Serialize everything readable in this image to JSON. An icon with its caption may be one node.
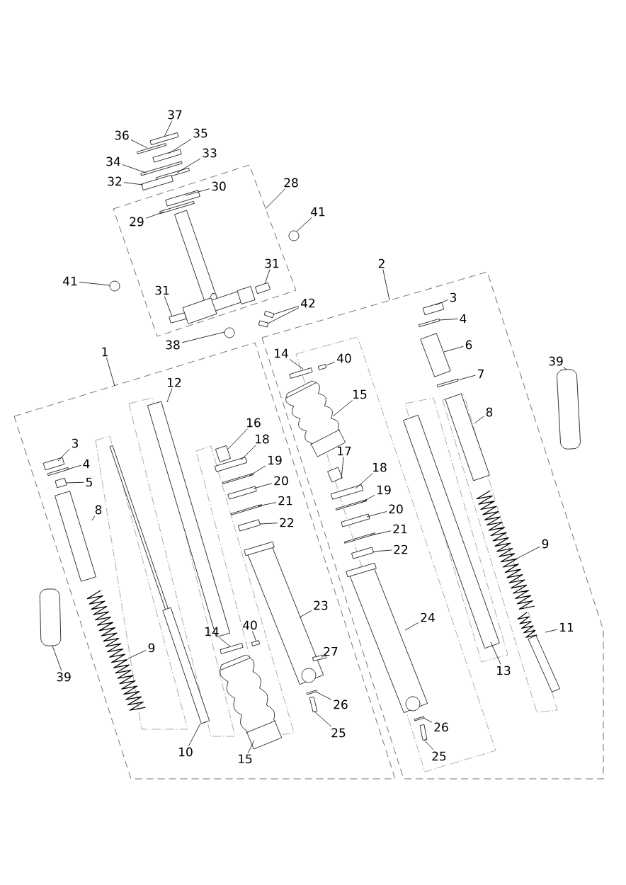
{
  "diagram": {
    "nodes": [
      {
        "text": [],
        "shape": "box"
      },
      {
        "text": [],
        "shape": "box"
      },
      {
        "text": [],
        "shape": "box"
      },
      {
        "text": [
          "37"
        ]
      },
      {
        "text": [
          "36"
        ]
      },
      {
        "text": [
          "35"
        ]
      },
      {
        "text": [
          "34"
        ]
      },
      {
        "text": [
          "33"
        ]
      },
      {
        "text": [
          "32"
        ]
      },
      {
        "text": [
          "28"
        ]
      },
      {
        "text": [
          "30"
        ],
        "in": 0
      },
      {
        "text": [
          "29"
        ],
        "in": 0
      },
      {
        "text": [
          "41"
        ]
      },
      {
        "text": [
          "2"
        ]
      },
      {
        "text": [
          "31"
        ],
        "in": 0
      },
      {
        "text": [
          "41"
        ]
      },
      {
        "text": [
          "31"
        ],
        "in": 0
      },
      {
        "text": [
          "42"
        ]
      },
      {
        "text": [
          "38"
        ]
      },
      {
        "text": [
          "3"
        ],
        "in": 1
      },
      {
        "text": [
          "4"
        ],
        "in": 1
      },
      {
        "text": [
          "14"
        ],
        "in": 1
      },
      {
        "text": [
          "40"
        ],
        "in": 1
      },
      {
        "text": [
          "6"
        ],
        "in": 1
      },
      {
        "text": [
          "1"
        ]
      },
      {
        "text": [
          "39"
        ]
      },
      {
        "text": [
          "7"
        ],
        "in": 1
      },
      {
        "text": [
          "12"
        ],
        "in": 2
      },
      {
        "text": [
          "15"
        ],
        "in": 1
      },
      {
        "text": [
          "16"
        ],
        "in": 2
      },
      {
        "text": [
          "8"
        ],
        "in": 1
      },
      {
        "text": [
          "18"
        ],
        "in": 2
      },
      {
        "text": [
          "3"
        ],
        "in": 2
      },
      {
        "text": [
          "17"
        ],
        "in": 1
      },
      {
        "text": [
          "4"
        ],
        "in": 2
      },
      {
        "text": [
          "19"
        ],
        "in": 2
      },
      {
        "text": [
          "18"
        ],
        "in": 1
      },
      {
        "text": [
          "5"
        ],
        "in": 2
      },
      {
        "text": [
          "20"
        ],
        "in": 2
      },
      {
        "text": [
          "19"
        ],
        "in": 1
      },
      {
        "text": [
          "8"
        ],
        "in": 2
      },
      {
        "text": [
          "21"
        ],
        "in": 2
      },
      {
        "text": [
          "20"
        ],
        "in": 1
      },
      {
        "text": [
          "22"
        ],
        "in": 2
      },
      {
        "text": [
          "21"
        ],
        "in": 1
      },
      {
        "text": [
          "22"
        ],
        "in": 1
      },
      {
        "text": [
          "9"
        ],
        "in": 1
      },
      {
        "text": [
          "23"
        ],
        "in": 2
      },
      {
        "text": [
          "24"
        ],
        "in": 1
      },
      {
        "text": [
          "40"
        ],
        "in": 2
      },
      {
        "text": [
          "11"
        ],
        "in": 1
      },
      {
        "text": [
          "27"
        ],
        "in": 2
      },
      {
        "text": [
          "14"
        ],
        "in": 2
      },
      {
        "text": [
          "9"
        ],
        "in": 2
      },
      {
        "text": [
          "13"
        ],
        "in": 1
      },
      {
        "text": [
          "39"
        ]
      },
      {
        "text": [
          "26"
        ],
        "in": 2
      },
      {
        "text": [
          "26"
        ],
        "in": 1
      },
      {
        "text": [
          "25"
        ],
        "in": 2
      },
      {
        "text": [
          "10"
        ],
        "in": 2
      },
      {
        "text": [
          "15"
        ],
        "in": 2
      },
      {
        "text": [
          "25"
        ],
        "in": 1
      },
      {
        "text": [],
        "shape": "box"
      },
      {
        "text": [],
        "shape": "box"
      },
      {
        "text": [],
        "shape": "box"
      },
      {
        "text": [],
        "shape": "box"
      },
      {
        "text": [],
        "shape": "box"
      },
      {
        "text": [],
        "shape": "box"
      },
      {
        "text": [],
        "shape": "box",
        "in": 0
      },
      {
        "text": [],
        "shape": "box",
        "in": 0
      },
      {
        "text": [],
        "shape": "circle"
      },
      {
        "text": [],
        "shape": "box",
        "in": 0
      },
      {
        "text": [],
        "shape": "circle"
      },
      {
        "text": [],
        "shape": "box",
        "in": 0
      },
      {
        "text": [],
        "shape": "box"
      },
      {
        "text": [],
        "shape": "box"
      },
      {
        "text": [],
        "shape": "circle"
      },
      {
        "text": [],
        "shape": "box",
        "in": 1
      },
      {
        "text": [],
        "shape": "box",
        "in": 1
      },
      {
        "text": [],
        "shape": "box",
        "in": 1
      },
      {
        "text": [],
        "shape": "box",
        "in": 1
      },
      {
        "text": [],
        "shape": "box",
        "in": 1
      },
      {
        "text": [],
        "shape": "box"
      },
      {
        "text": [],
        "shape": "box",
        "in": 1
      },
      {
        "text": [],
        "shape": "box",
        "in": 2
      },
      {
        "text": [],
        "shape": "picture",
        "in": 1
      },
      {
        "text": [],
        "shape": "box",
        "in": 2
      },
      {
        "text": [],
        "shape": "box",
        "in": 1
      },
      {
        "text": [],
        "shape": "box",
        "in": 2
      },
      {
        "text": [],
        "shape": "box",
        "in": 2
      },
      {
        "text": [],
        "shape": "box",
        "in": 1
      },
      {
        "text": [],
        "shape": "box",
        "in": 2
      },
      {
        "text": [],
        "shape": "box",
        "in": 2
      },
      {
        "text": [],
        "shape": "box",
        "in": 1
      },
      {
        "text": [],
        "shape": "box",
        "in": 2
      },
      {
        "text": [],
        "shape": "box",
        "in": 2
      },
      {
        "text": [],
        "shape": "box",
        "in": 1
      },
      {
        "text": [],
        "shape": "box",
        "in": 2
      },
      {
        "text": [],
        "shape": "box",
        "in": 2
      },
      {
        "text": [],
        "shape": "box",
        "in": 1
      },
      {
        "text": [],
        "shape": "box",
        "in": 2
      },
      {
        "text": [],
        "shape": "box",
        "in": 1
      },
      {
        "text": [],
        "shape": "box",
        "in": 1
      },
      {
        "text": [],
        "shape": "picture",
        "in": 1
      },
      {
        "text": [],
        "shape": "picture",
        "in": 2
      },
      {
        "text": [],
        "shape": "picture",
        "in": 1
      },
      {
        "text": [],
        "shape": "box",
        "in": 2
      },
      {
        "text": [],
        "shape": "picture",
        "in": 1
      },
      {
        "text": [],
        "shape": "box",
        "in": 2
      },
      {
        "text": [],
        "shape": "box",
        "in": 2
      },
      {
        "text": [],
        "shape": "picture",
        "in": 2
      },
      {
        "text": [],
        "shape": "box",
        "in": 1
      },
      {
        "text": [],
        "shape": "box"
      },
      {
        "text": [],
        "shape": "box",
        "in": 2
      },
      {
        "text": [],
        "shape": "box",
        "in": 1
      },
      {
        "text": [],
        "shape": "box",
        "in": 2
      },
      {
        "text": [],
        "shape": "picture",
        "in": 2
      },
      {
        "text": [],
        "shape": "picture",
        "in": 2
      },
      {
        "text": [],
        "shape": "box",
        "in": 1
      },
      {
        "text": [],
        "shape": "picture",
        "in": 0
      }
    ],
    "edges": [
      {
        "from": 3,
        "to": 62,
        "arrow": "none"
      },
      {
        "from": 4,
        "to": 63,
        "arrow": "none"
      },
      {
        "from": 5,
        "to": 64,
        "arrow": "none"
      },
      {
        "from": 6,
        "to": 65,
        "arrow": "none"
      },
      {
        "from": 7,
        "to": 66,
        "arrow": "none"
      },
      {
        "from": 8,
        "to": 67,
        "arrow": "none"
      },
      {
        "from": 9,
        "to": 0,
        "arrow": "none"
      },
      {
        "from": 10,
        "to": 68,
        "arrow": "none"
      },
      {
        "from": 11,
        "to": 69,
        "arrow": "none"
      },
      {
        "from": 12,
        "to": 70,
        "arrow": "none"
      },
      {
        "from": 13,
        "to": 1,
        "arrow": "none"
      },
      {
        "from": 14,
        "to": 71,
        "arrow": "none"
      },
      {
        "from": 15,
        "to": 72,
        "arrow": "none"
      },
      {
        "from": 16,
        "to": 73,
        "arrow": "none"
      },
      {
        "from": 17,
        "to": 74,
        "arrow": "none"
      },
      {
        "from": 17,
        "to": 75,
        "arrow": "none"
      },
      {
        "from": 18,
        "to": 76,
        "arrow": "none"
      },
      {
        "from": 19,
        "to": 77,
        "arrow": "none"
      },
      {
        "from": 20,
        "to": 78,
        "arrow": "none"
      },
      {
        "from": 21,
        "to": 79,
        "arrow": "none"
      },
      {
        "from": 22,
        "to": 80,
        "arrow": "none"
      },
      {
        "from": 23,
        "to": 81,
        "arrow": "none"
      },
      {
        "from": 24,
        "to": 2,
        "arrow": "none"
      },
      {
        "from": 25,
        "to": 82,
        "arrow": "none"
      },
      {
        "from": 26,
        "to": 83,
        "arrow": "none"
      },
      {
        "from": 27,
        "to": 84,
        "arrow": "none"
      },
      {
        "from": 28,
        "to": 85,
        "arrow": "none"
      },
      {
        "from": 29,
        "to": 86,
        "arrow": "none"
      },
      {
        "from": 30,
        "to": 87,
        "arrow": "none"
      },
      {
        "from": 31,
        "to": 88,
        "arrow": "none"
      },
      {
        "from": 32,
        "to": 89,
        "arrow": "none"
      },
      {
        "from": 33,
        "to": 90,
        "arrow": "none"
      },
      {
        "from": 34,
        "to": 91,
        "arrow": "none"
      },
      {
        "from": 35,
        "to": 92,
        "arrow": "none"
      },
      {
        "from": 36,
        "to": 93,
        "arrow": "none"
      },
      {
        "from": 37,
        "to": 94,
        "arrow": "none"
      },
      {
        "from": 38,
        "to": 95,
        "arrow": "none"
      },
      {
        "from": 39,
        "to": 96,
        "arrow": "none"
      },
      {
        "from": 40,
        "to": 97,
        "arrow": "none"
      },
      {
        "from": 41,
        "to": 98,
        "arrow": "none"
      },
      {
        "from": 42,
        "to": 99,
        "arrow": "none"
      },
      {
        "from": 43,
        "to": 100,
        "arrow": "none"
      },
      {
        "from": 44,
        "to": 101,
        "arrow": "none"
      },
      {
        "from": 45,
        "to": 102,
        "arrow": "none"
      },
      {
        "from": 46,
        "to": 103,
        "arrow": "none"
      },
      {
        "from": 47,
        "to": 104,
        "arrow": "none"
      },
      {
        "from": 48,
        "to": 105,
        "arrow": "none"
      },
      {
        "from": 49,
        "to": 106,
        "arrow": "none"
      },
      {
        "from": 50,
        "to": 107,
        "arrow": "none"
      },
      {
        "from": 51,
        "to": 108,
        "arrow": "none"
      },
      {
        "from": 52,
        "to": 109,
        "arrow": "none"
      },
      {
        "from": 53,
        "to": 110,
        "arrow": "none"
      },
      {
        "from": 54,
        "to": 111,
        "arrow": "none"
      },
      {
        "from": 55,
        "to": 112,
        "arrow": "none"
      },
      {
        "from": 56,
        "to": 113,
        "arrow": "none"
      },
      {
        "from": 57,
        "to": 114,
        "arrow": "none"
      },
      {
        "from": 58,
        "to": 115,
        "arrow": "none"
      },
      {
        "from": 59,
        "to": 116,
        "arrow": "none"
      },
      {
        "from": 60,
        "to": 117,
        "arrow": "none"
      },
      {
        "from": 61,
        "to": 118,
        "arrow": "none"
      }
    ]
  }
}
